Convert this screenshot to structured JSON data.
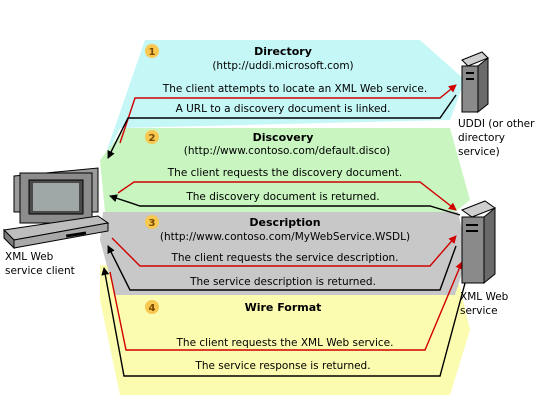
{
  "colors": {
    "directory_band": "#c6f7f7",
    "discovery_band": "#c8f5c0",
    "description_band": "#c8c8c8",
    "wire_band": "#fcfcb0",
    "request_arrow": "#d00000",
    "response_arrow": "#000000",
    "step_badge": "#f8c850"
  },
  "client": {
    "label_line1": "XML Web",
    "label_line2": "service client",
    "icon": "desktop-computer-icon"
  },
  "uddi_server": {
    "label_line1": "UDDI (or other",
    "label_line2": "directory",
    "label_line3": "service)",
    "icon": "tower-server-icon"
  },
  "web_service": {
    "label_line1": "XML Web",
    "label_line2": "service",
    "icon": "tower-server-icon"
  },
  "steps": [
    {
      "number": "1",
      "title": "Directory",
      "url": "(http://uddi.microsoft.com)",
      "request": "The client attempts to locate an XML Web service.",
      "response": "A URL to a discovery document is linked."
    },
    {
      "number": "2",
      "title": "Discovery",
      "url": "(http://www.contoso.com/default.disco)",
      "request": "The client requests the discovery document.",
      "response": "The discovery document is returned."
    },
    {
      "number": "3",
      "title": "Description",
      "url": "(http://www.contoso.com/MyWebService.WSDL)",
      "request": "The client requests the service description.",
      "response": "The service description is returned."
    },
    {
      "number": "4",
      "title": "Wire Format",
      "url": "",
      "request": "The client requests the XML Web service.",
      "response": "The service response is returned."
    }
  ]
}
